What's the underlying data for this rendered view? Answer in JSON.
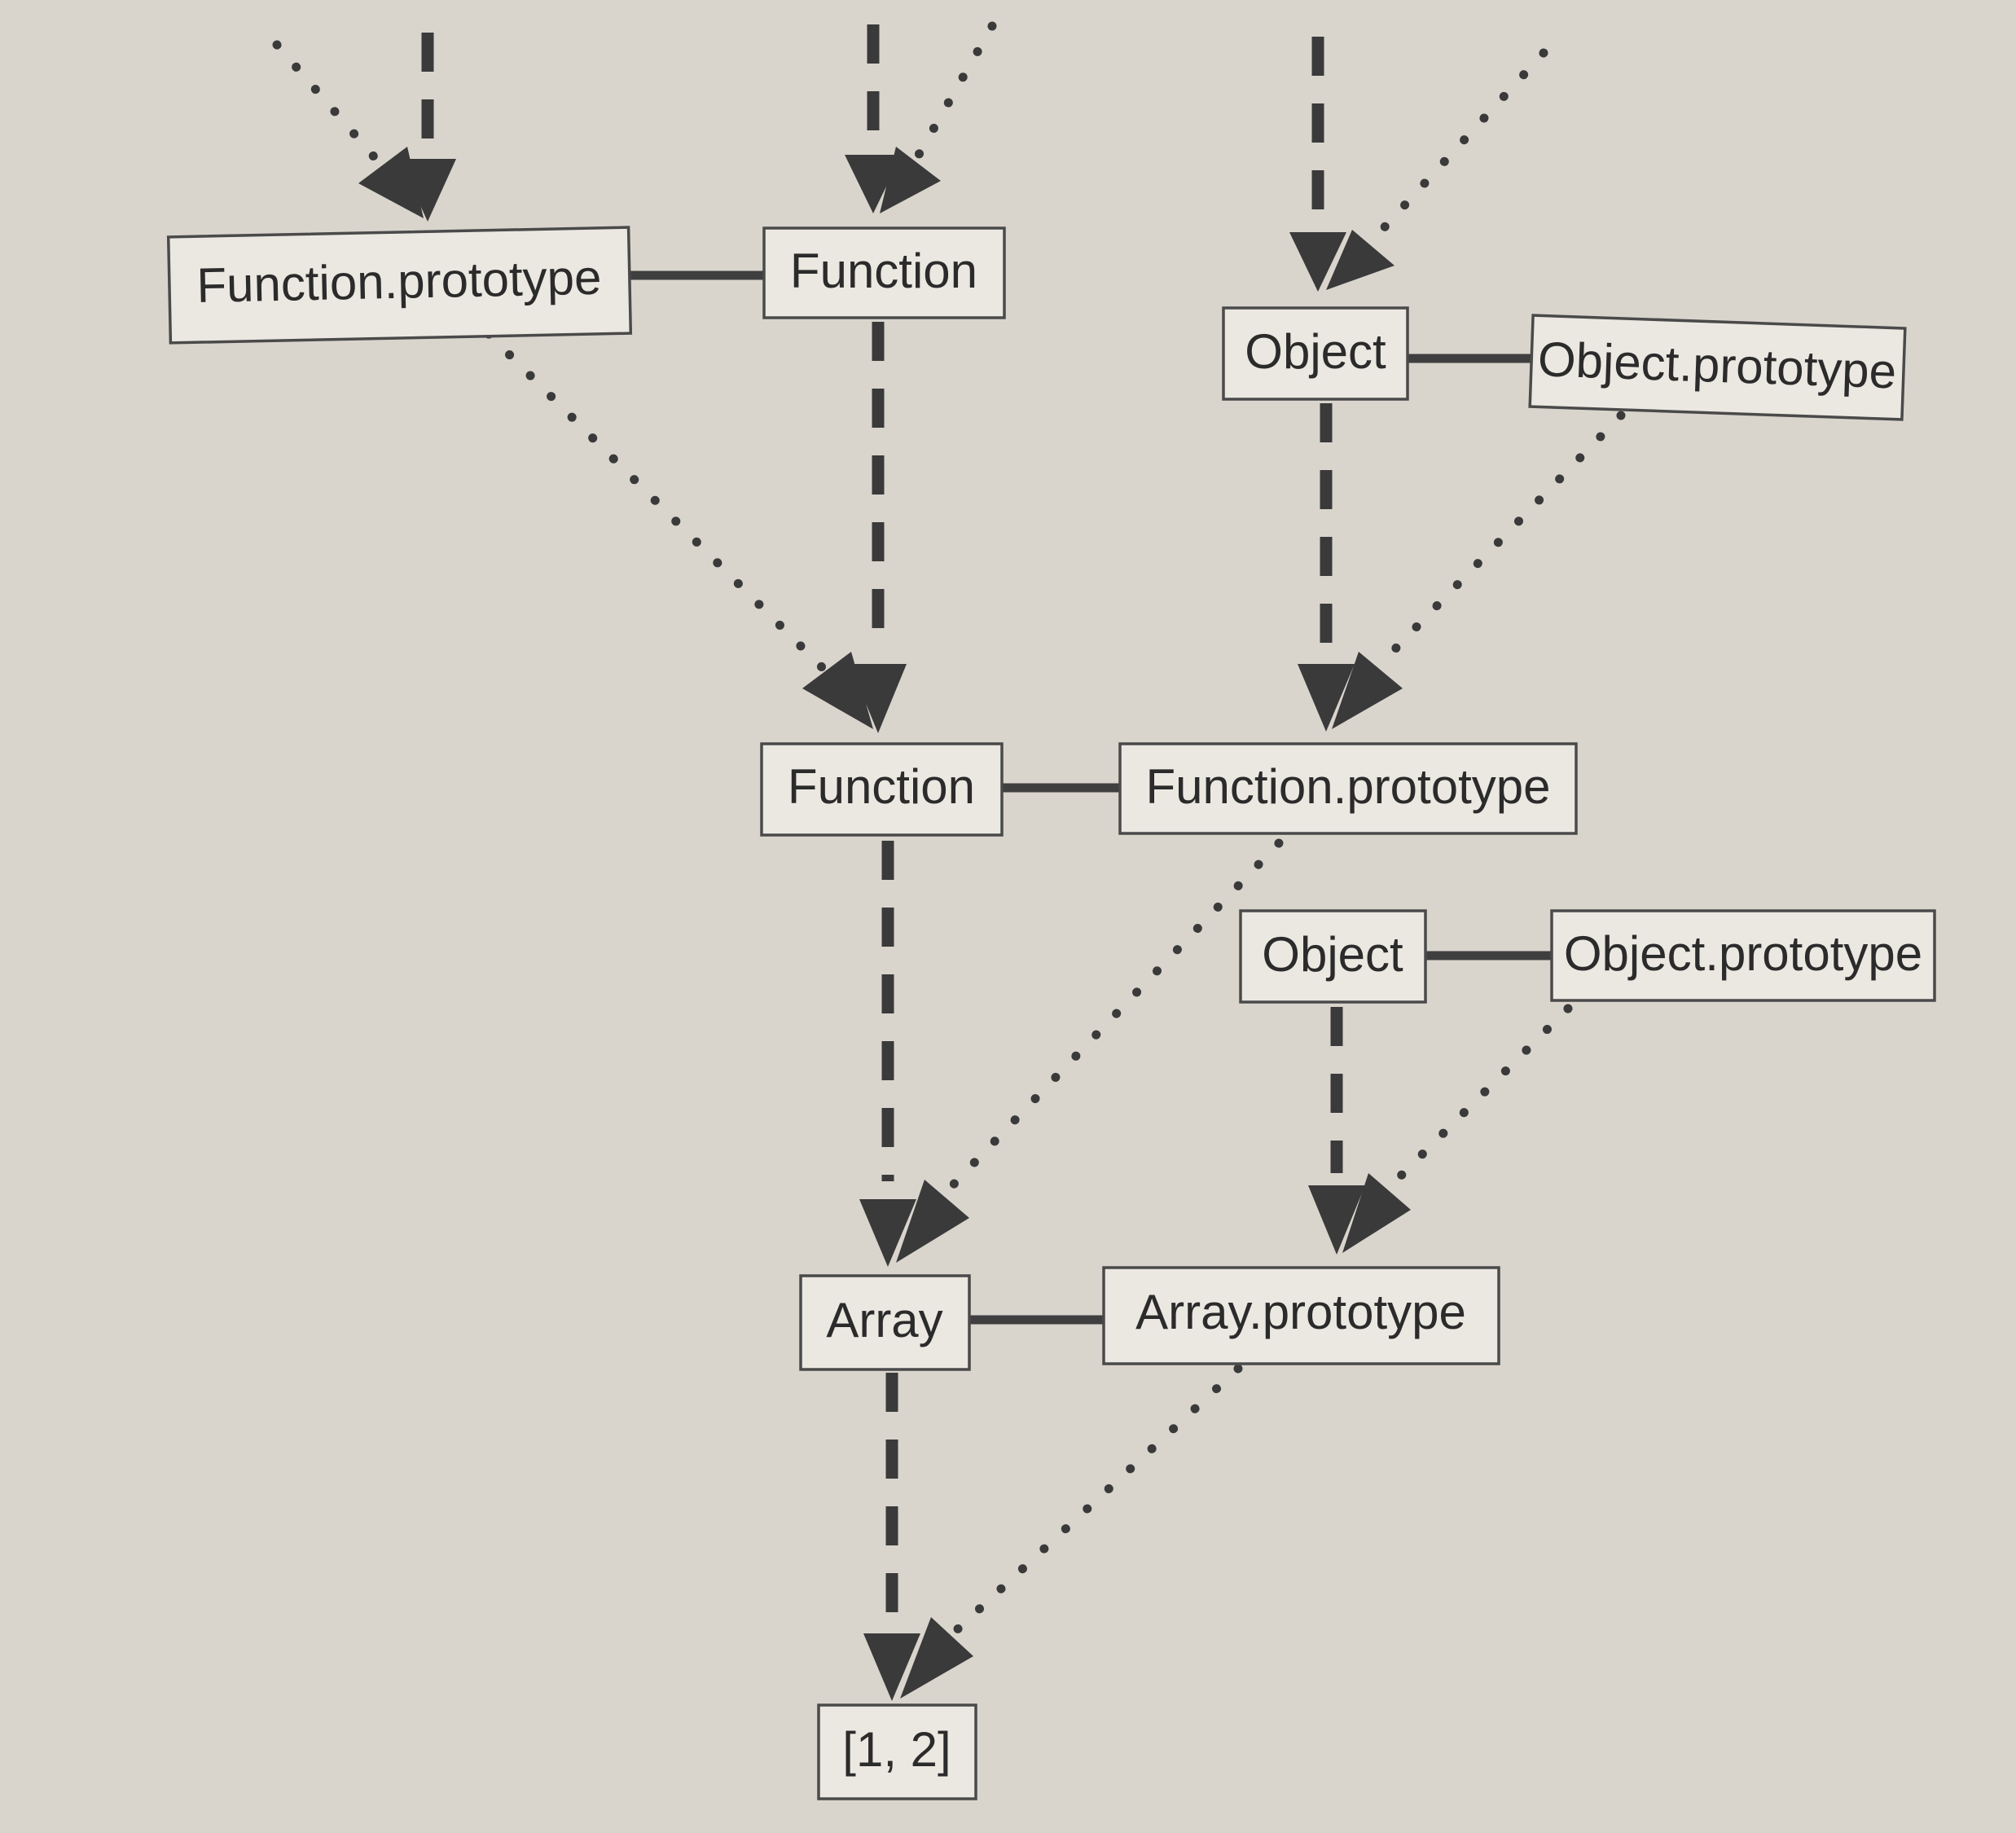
{
  "nodes": {
    "function_prototype_top": "Function.prototype",
    "function_top": "Function",
    "object_top": "Object",
    "object_prototype_top": "Object.prototype",
    "function_mid": "Function",
    "function_prototype_mid": "Function.prototype",
    "object_mid": "Object",
    "object_prototype_mid": "Object.prototype",
    "array": "Array",
    "array_prototype": "Array.prototype",
    "array_instance": "[1, 2]"
  },
  "colors": {
    "background": "#d9d5cd",
    "box_fill": "#ebe8e1",
    "ink": "#3a3a3a"
  }
}
